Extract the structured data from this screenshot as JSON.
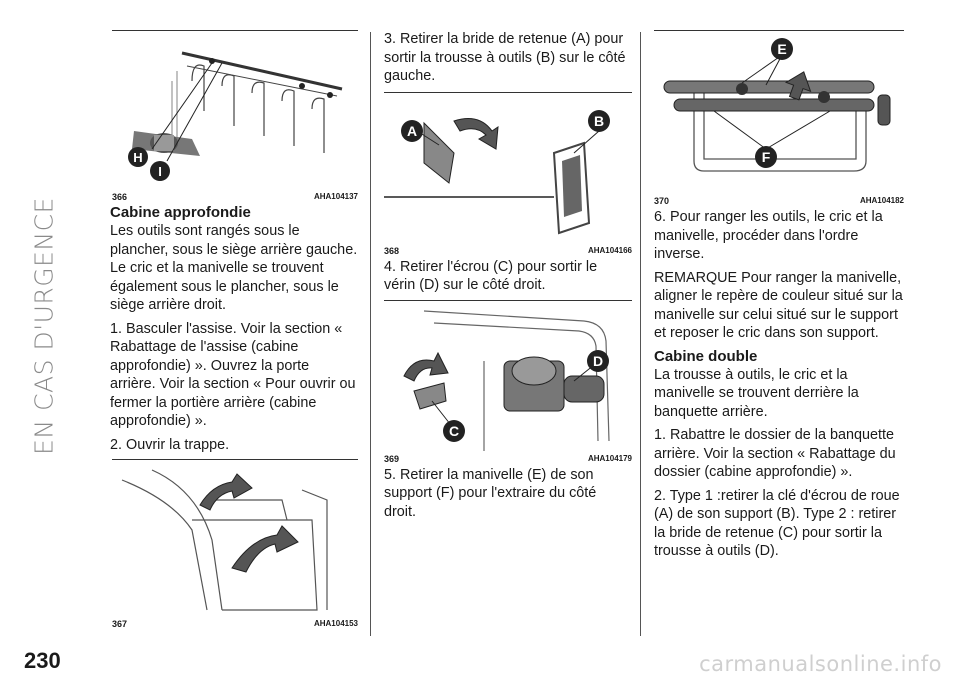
{
  "side_title": "EN CAS D'URGENCE",
  "page_number": "230",
  "watermark": "carmanualsonline.info",
  "col1": {
    "fig366": {
      "num": "366",
      "ref": "AHA104137",
      "labels": {
        "h": "H",
        "i": "I"
      }
    },
    "heading": "Cabine approfondie",
    "p1": "Les outils sont rangés sous le plancher, sous le siège arrière gauche. Le cric et la manivelle se trouvent également sous le plancher, sous le siège arrière droit.",
    "p2": "1. Basculer l'assise. Voir la section « Rabattage de l'assise (cabine approfondie) ». Ouvrez la porte arrière. Voir la section « Pour ouvrir ou fermer la portière arrière (cabine approfondie) ».",
    "p3": "2. Ouvrir la trappe.",
    "fig367": {
      "num": "367",
      "ref": "AHA104153"
    }
  },
  "col2": {
    "p1": "3. Retirer la bride de retenue (A) pour sortir la trousse à outils (B) sur le côté gauche.",
    "fig368": {
      "num": "368",
      "ref": "AHA104166",
      "labels": {
        "a": "A",
        "b": "B"
      }
    },
    "p2": "4. Retirer l'écrou (C) pour sortir le vérin (D) sur le côté droit.",
    "fig369": {
      "num": "369",
      "ref": "AHA104179",
      "labels": {
        "c": "C",
        "d": "D"
      }
    },
    "p3": "5. Retirer la manivelle (E) de son support (F) pour l'extraire du côté droit."
  },
  "col3": {
    "fig370": {
      "num": "370",
      "ref": "AHA104182",
      "labels": {
        "e": "E",
        "f": "F"
      }
    },
    "p1": "6. Pour ranger les outils, le cric et la manivelle, procéder dans l'ordre inverse.",
    "p2": "REMARQUE Pour ranger la manivelle, aligner le repère de couleur situé sur la manivelle sur celui situé sur le support et reposer le cric dans son support.",
    "heading": "Cabine double",
    "p3": "La trousse à outils, le cric et la manivelle se trouvent derrière la banquette arrière.",
    "p4": "1. Rabattre le dossier de la banquette arrière. Voir la section « Rabattage du dossier (cabine approfondie) ».",
    "p5": "2. Type 1 :retirer la clé d'écrou de roue (A) de son support (B). Type 2 : retirer la bride de retenue (C) pour sortir la trousse à outils (D)."
  }
}
